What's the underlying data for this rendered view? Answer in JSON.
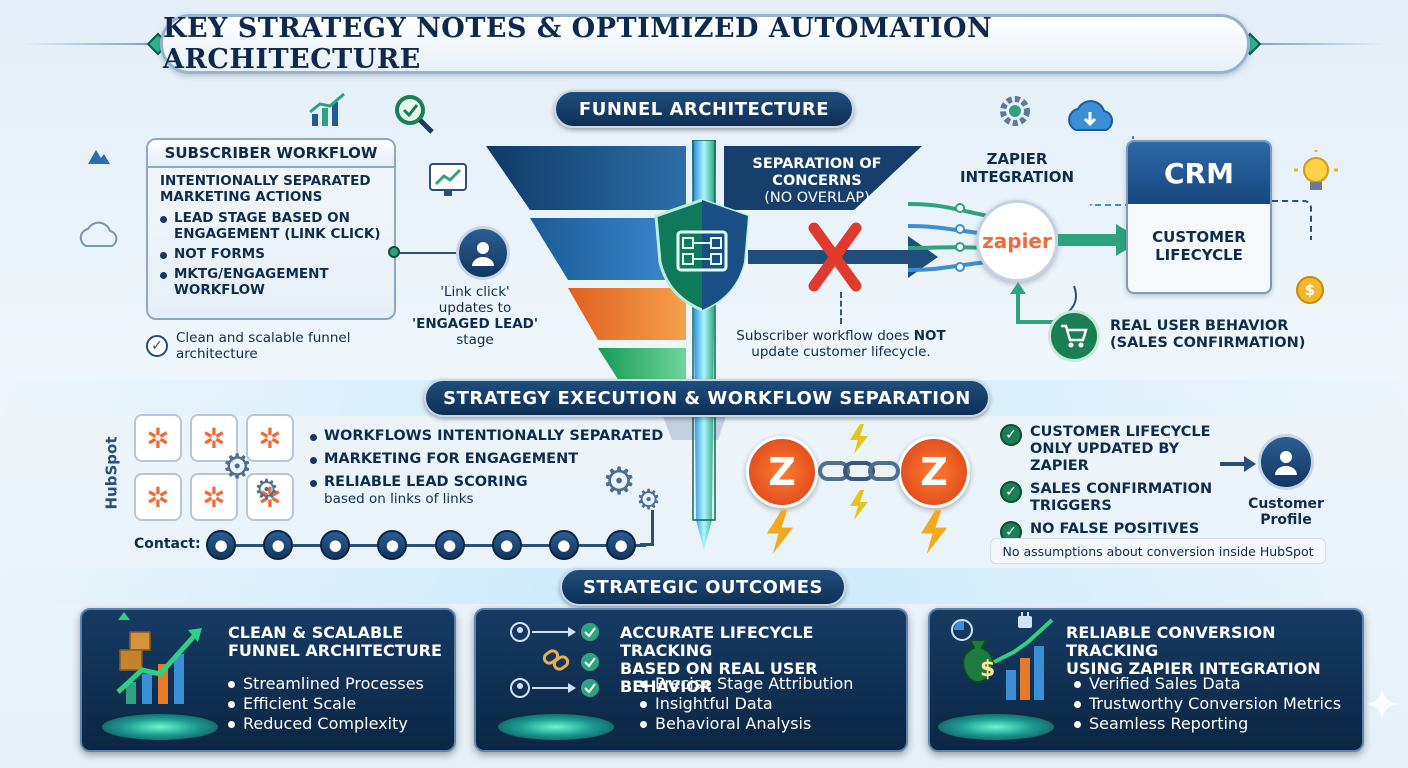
{
  "title": "Key Strategy Notes & Optimized Automation Architecture",
  "sections": {
    "funnel": "Funnel Architecture",
    "strategy": "Strategy Execution & Workflow Separation",
    "outcomes": "Strategic Outcomes"
  },
  "subscriber": {
    "title": "Subscriber Workflow",
    "intro": "Intentionally separated marketing actions",
    "bullets": [
      "Lead stage based on engagement (link click)",
      "Not forms",
      "MKTG/Engagement workflow"
    ],
    "note": "Clean and scalable funnel architecture"
  },
  "link_click": {
    "line1": "'Link click'",
    "line2": "updates to",
    "line3": "'Engaged lead'",
    "line4": "stage"
  },
  "separation": {
    "line1": "Separation of",
    "line2": "concerns",
    "line3": "(no overlap)",
    "note_a": "Subscriber workflow does",
    "note_not": "NOT",
    "note_b": "update customer lifecycle."
  },
  "zapier": {
    "heading_line1": "Zapier",
    "heading_line2": "integration",
    "logo": "zapier",
    "behavior_line1": "Real user behavior",
    "behavior_line2": "(sales confirmation)"
  },
  "crm": {
    "title": "CRM",
    "sub_line1": "Customer",
    "sub_line2": "lifecycle"
  },
  "strategy": {
    "hubspot": "HubSpot",
    "bullets": [
      {
        "text": "Workflows intentionally separated",
        "sub": ""
      },
      {
        "text": "Marketing for engagement",
        "sub": ""
      },
      {
        "text": "Reliable lead scoring",
        "sub": "based on links of links"
      }
    ],
    "contact_label": "Contact:",
    "z_letter": "Z",
    "checks": [
      {
        "line1": "Customer lifecycle",
        "line2": "only updated by Zapier"
      },
      {
        "line1": "Sales confirmation",
        "line2": "triggers"
      },
      {
        "line1": "No false positives",
        "line2": ""
      }
    ],
    "profile_line1": "Customer",
    "profile_line2": "Profile",
    "assumption": "No assumptions about conversion inside HubSpot"
  },
  "outcomes": [
    {
      "title_line1": "Clean & scalable",
      "title_line2": "funnel architecture",
      "items": [
        "Streamlined Processes",
        "Efficient Scale",
        "Reduced Complexity"
      ]
    },
    {
      "title_line1": "Accurate lifecycle tracking",
      "title_line2": "based on real user behavior",
      "items": [
        "Precise Stage Attribution",
        "Insightful Data",
        "Behavioral Analysis"
      ]
    },
    {
      "title_line1": "Reliable conversion tracking",
      "title_line2": "using Zapier integration",
      "items": [
        "Verified Sales Data",
        "Trustworthy Conversion Metrics",
        "Seamless Reporting"
      ]
    }
  ],
  "colors": {
    "navy": "#0e2f55",
    "green": "#1a7f55",
    "orange": "#f16a3a",
    "red": "#e03a2f",
    "teal": "#2fb38f"
  },
  "icons": [
    "gem-icon",
    "growth-chart-icon",
    "search-icon",
    "gear-icon",
    "cloud-upload-icon",
    "lightbulb-icon",
    "coin-icon",
    "shield-icon",
    "cross-icon",
    "cart-icon",
    "hubspot-icon",
    "lightning-icon",
    "chain-icon",
    "person-icon",
    "check-icon",
    "money-bag-icon",
    "plug-icon",
    "link-icon"
  ]
}
